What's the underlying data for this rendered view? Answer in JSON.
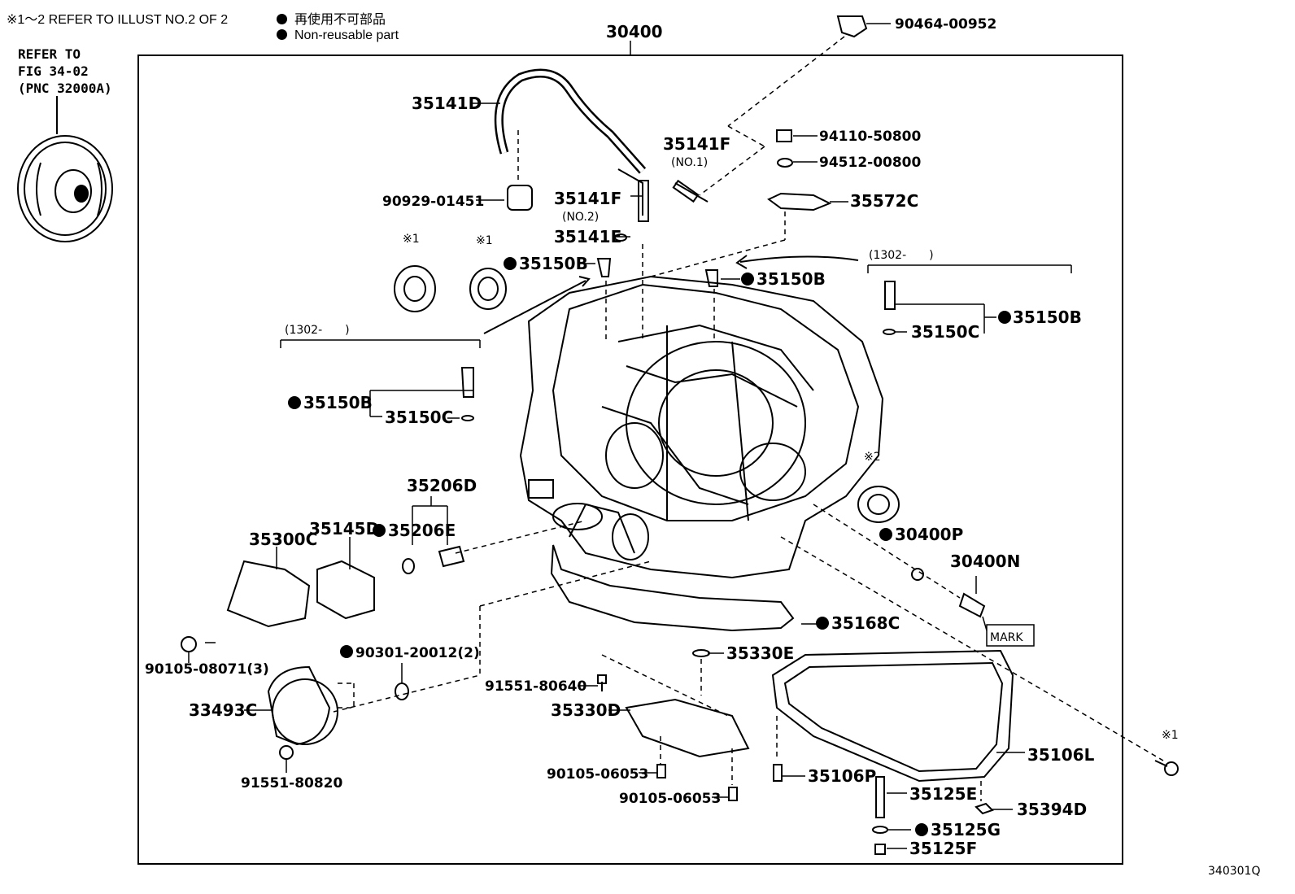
{
  "header": {
    "note_line": "※1～2 REFER TO ILLUST NO.2 OF 2",
    "legend_jp": "再使用不可部品",
    "legend_en": "Non-reusable part"
  },
  "refer": {
    "line1": "REFER TO",
    "line2": "FIG 34-02",
    "line3": "(PNC 32000A)"
  },
  "figure_code": "340301Q",
  "labels": {
    "assy": "30400",
    "p90464": "90464-00952",
    "p35141D": "35141D",
    "p35141F_no1": "35141F",
    "no1": "(NO.1)",
    "p94110": "94110-50800",
    "p94512": "94512-00800",
    "p90929": "90929-01451",
    "p35141F_no2": "35141F",
    "no2": "(NO.2)",
    "p35572C": "35572C",
    "p35141E": "35141E",
    "mark1a": "※1",
    "mark1b": "※1",
    "p35150B_a": "35150B",
    "p35150B_b": "35150B",
    "range_right": "(1302-　　)",
    "p35150B_c": "35150B",
    "p35150C_a": "35150C",
    "range_left": "(1302-　　)",
    "p35150B_d": "35150B",
    "p35150C_b": "35150C",
    "mark2": "※2",
    "p35206D": "35206D",
    "p35145D": "35145D",
    "p35206E": "35206E",
    "p35300C": "35300C",
    "p30400P": "30400P",
    "p30400N": "30400N",
    "mark": "MARK",
    "p35168C": "35168C",
    "p90105_08071": "90105-08071(3)",
    "p90301": "90301-20012(2)",
    "p35330E": "35330E",
    "p91551_80640": "91551-80640",
    "p33493C": "33493C",
    "p35330D": "35330D",
    "mark1c": "※1",
    "p35106L": "35106L",
    "p90105_06053a": "90105-06053",
    "p35106P": "35106P",
    "p91551_80820": "91551-80820",
    "p90105_06053b": "90105-06053",
    "p35125E": "35125E",
    "p35394D": "35394D",
    "p35125G": "35125G",
    "p35125F": "35125F"
  }
}
